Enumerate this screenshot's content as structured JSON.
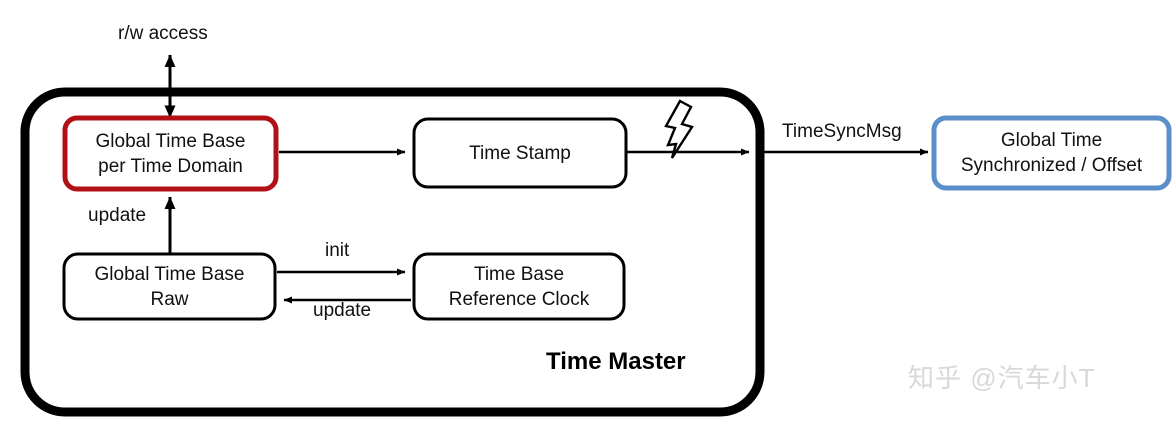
{
  "diagram": {
    "title": "Time Master architecture block diagram",
    "container": {
      "label": "Time Master",
      "border_color": "#000000"
    },
    "colors": {
      "red_accent": "#B11116",
      "blue_accent": "#5B8FC9",
      "stroke": "#000000",
      "background": "#FFFFFF",
      "watermark": "#D8D8D8"
    },
    "nodes": [
      {
        "id": "global-time-base-per-time-domain",
        "label": "Global Time Base\nper Time Domain",
        "border_color": "#B11116"
      },
      {
        "id": "time-stamp",
        "label": "Time Stamp",
        "border_color": "#000000"
      },
      {
        "id": "global-time-base-raw",
        "label": "Global Time Base\nRaw",
        "border_color": "#000000"
      },
      {
        "id": "time-base-reference-clock",
        "label": "Time Base\nReference Clock",
        "border_color": "#000000"
      },
      {
        "id": "global-time-synchronized-offset",
        "label": "Global Time\nSynchronized / Offset",
        "border_color": "#5B8FC9"
      }
    ],
    "edges": [
      {
        "id": "rw-access",
        "label": "r/w access",
        "style": "double-arrow"
      },
      {
        "id": "update-to-domain",
        "label": "update",
        "style": "arrow"
      },
      {
        "id": "init",
        "label": "init",
        "style": "arrow"
      },
      {
        "id": "update-from-clock",
        "label": "update",
        "style": "arrow"
      },
      {
        "id": "timesyncmsg",
        "label": "TimeSyncMsg",
        "style": "arrow"
      }
    ],
    "icons": [
      {
        "id": "lightning-bolt-icon",
        "name": "lightning-bolt-icon"
      }
    ],
    "watermark": {
      "text": "知乎 @汽车小T"
    }
  }
}
